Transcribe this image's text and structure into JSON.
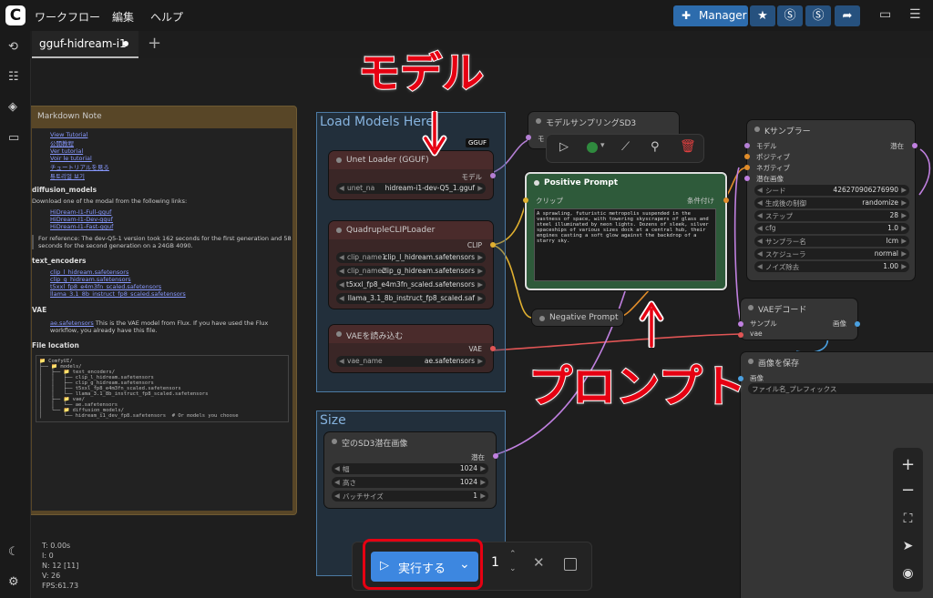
{
  "menu": {
    "workflow": "ワークフロー",
    "edit": "編集",
    "help": "ヘルプ"
  },
  "manager": {
    "label": "Manager"
  },
  "tab": {
    "title": "gguf-hidream-i1",
    "add": "+"
  },
  "annotations": {
    "model": "モデル",
    "prompt": "プロンプト"
  },
  "note": {
    "title": "Markdown Note",
    "links": [
      "View Tutorial",
      "公開教程",
      "Ver tutorial",
      "Voir le tutorial",
      "チュートリアルを見る",
      "튜토리얼 보기"
    ],
    "diffusion_heading": "diffusion_models",
    "diffusion_intro": "Download one of the modal from the following links:",
    "diffusion_links": [
      "HiDream-I1-Full-gguf",
      "HiDream-I1-Dev-gguf",
      "HiDream-I1-Fast-gguf"
    ],
    "reference": "For reference: The dev-Q5-1 version took 162 seconds for the first generation and 58 seconds for the second generation on a 24GB 4090.",
    "text_heading": "text_encoders",
    "text_links": [
      "clip_l_hidream.safetensors",
      "clip_g_hidream.safetensors",
      "t5xxl_fp8_e4m3fn_scaled.safetensors",
      "llama_3.1_8b_instruct_fp8_scaled.safetensors"
    ],
    "vae_heading": "VAE",
    "vae_link": "ae.safetensors",
    "vae_text": "This is the VAE model from Flux. If you have used the Flux workflow, you already have this file.",
    "file_heading": "File location",
    "tree": "📁 ComfyUI/\n├── 📁 models/\n│   ├── 📁 text_encoders/\n│   │   ├── clip_l_hidream.safetensors\n│   │   ├── clip_g_hidream.safetensors\n│   │   ├── t5xxl_fp8_e4m3fn_scaled.safetensors\n│   │   └── llama_3.1_8b_instruct_fp8_scaled.safetensors\n│   ├── 📁 vae/\n│   │   └── ae.safetensors\n│   └── 📁 diffusion_models/\n│       └── hidream_i1_dev_fp8.safetensors  # Or models you choose"
  },
  "groups": {
    "load_models": "Load Models Here",
    "size": "Size"
  },
  "unet": {
    "title": "Unet Loader (GGUF)",
    "badge": "GGUF",
    "out": "モデル",
    "k": "unet_na",
    "v": "hidream-i1-dev-Q5_1.gguf"
  },
  "clip": {
    "title": "QuadrupleCLIPLoader",
    "out": "CLIP",
    "rows": [
      {
        "k": "clip_name1",
        "v": "clip_l_hidream.safetensors"
      },
      {
        "k": "clip_name2",
        "v": "clip_g_hidream.safetensors"
      },
      {
        "k": "",
        "v": "t5xxl_fp8_e4m3fn_scaled.safetensors"
      },
      {
        "k": "",
        "v": "llama_3.1_8b_instruct_fp8_scaled.saf"
      }
    ]
  },
  "vae_loader": {
    "title": "VAEを読み込む",
    "out": "VAE",
    "k": "vae_name",
    "v": "ae.safetensors"
  },
  "latent": {
    "title": "空のSD3潜在画像",
    "out": "潜在",
    "rows": [
      {
        "k": "幅",
        "v": "1024"
      },
      {
        "k": "高さ",
        "v": "1024"
      },
      {
        "k": "バッチサイズ",
        "v": "1"
      }
    ]
  },
  "sampling": {
    "title": "モデルサンプリングSD3",
    "in": "モ"
  },
  "positive": {
    "title": "Positive Prompt",
    "in": "クリップ",
    "out": "条件付け",
    "text": "A sprawling, futuristic metropolis suspended in the vastness of space, with towering skyscrapers of glass and steel illuminated by neon lights. Dozens of sleek, silver spaceships of various sizes dock at a central hub, their engines casting a soft glow against the backdrop of a starry sky."
  },
  "negative": {
    "title": "Negative Prompt"
  },
  "ksampler": {
    "title": "Kサンプラー",
    "inputs": [
      "モデル",
      "ポジティブ",
      "ネガティブ",
      "潜在画像"
    ],
    "out": "潜在",
    "rows": [
      {
        "k": "シード",
        "v": "426270906276990"
      },
      {
        "k": "生成後の制御",
        "v": "randomize"
      },
      {
        "k": "ステップ",
        "v": "28"
      },
      {
        "k": "cfg",
        "v": "1.0"
      },
      {
        "k": "サンプラー名",
        "v": "lcm"
      },
      {
        "k": "スケジューラ",
        "v": "normal"
      },
      {
        "k": "ノイズ除去",
        "v": "1.00"
      }
    ]
  },
  "vaedecode": {
    "title": "VAEデコード",
    "in1": "サンプル",
    "in2": "vae",
    "out": "画像"
  },
  "save": {
    "title": "画像を保存",
    "in": "画像",
    "prefix": "ファイル名_プレフィックス"
  },
  "run": {
    "label": "実行する",
    "count": "1"
  },
  "stats": {
    "t": "T: 0.00s",
    "i": "I: 0",
    "n": "N: 12 [11]",
    "v": "V: 26",
    "fps": "FPS:61.73"
  },
  "colors": {
    "accent": "#2d6cad",
    "run": "#3d87e0",
    "annotation": "#e60012",
    "green_node": "#2e5a3a"
  }
}
